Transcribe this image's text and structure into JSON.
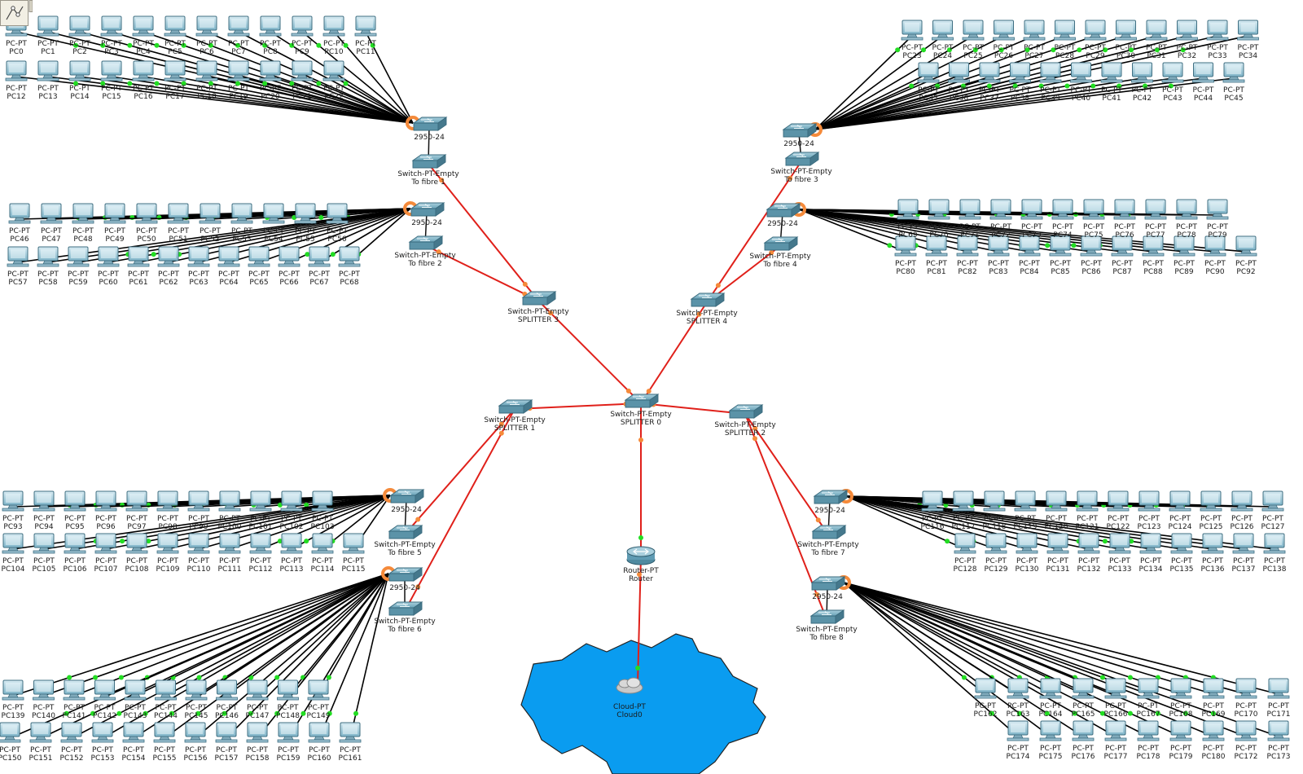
{
  "colors": {
    "fiber_link": "#e0201a",
    "copper_link": "#000000",
    "link_up": "#22dd22",
    "link_pending": "#f58a3a",
    "device_blue": "#5f9bb3",
    "cloud_fill": "#0a9cf0"
  },
  "groups": [
    {
      "id": "g1",
      "switch_model": "2950-24",
      "pc_type": "PC-PT",
      "row1": [
        "PC0",
        "PC1",
        "PC2",
        "PC3",
        "PC4",
        "PC5",
        "PC6",
        "PC7",
        "PC8",
        "PC9",
        "PC10",
        "PC11"
      ],
      "row2": [
        "PC12",
        "PC13",
        "PC14",
        "PC15",
        "PC16",
        "PC17",
        "PC18",
        "PC19",
        "PC20",
        "PC21",
        "PC22"
      ]
    },
    {
      "id": "g2",
      "switch_model": "2950-24",
      "pc_type": "PC-PT",
      "row1": [
        "PC46",
        "PC47",
        "PC48",
        "PC49",
        "PC50",
        "PC51",
        "PC52",
        "PC53",
        "PC54",
        "PC55",
        "PC56"
      ],
      "row2": [
        "PC57",
        "PC58",
        "PC59",
        "PC60",
        "PC61",
        "PC62",
        "PC63",
        "PC64",
        "PC65",
        "PC66",
        "PC67",
        "PC68"
      ]
    },
    {
      "id": "g3",
      "switch_model": "2950-24",
      "pc_type": "PC-PT",
      "row1": [
        "PC23",
        "PC24",
        "PC25",
        "PC26",
        "PC27",
        "PC28",
        "PC29",
        "PC30",
        "PC31",
        "PC32",
        "PC33",
        "PC34"
      ],
      "row2": [
        "PC35",
        "PC36",
        "PC37",
        "PC38",
        "PC39",
        "PC40",
        "PC41",
        "PC42",
        "PC43",
        "PC44",
        "PC45"
      ]
    },
    {
      "id": "g4",
      "switch_model": "2950-24",
      "pc_type": "PC-PT",
      "row1": [
        "PC69",
        "PC70",
        "PC71",
        "PC72",
        "PC73",
        "PC74",
        "PC75",
        "PC76",
        "PC77",
        "PC78",
        "PC79"
      ],
      "row2": [
        "PC80",
        "PC81",
        "PC82",
        "PC83",
        "PC84",
        "PC85",
        "PC86",
        "PC87",
        "PC88",
        "PC89",
        "PC90",
        "PC92"
      ]
    },
    {
      "id": "g5",
      "switch_model": "2950-24",
      "pc_type": "PC-PT",
      "row1": [
        "PC93",
        "PC94",
        "PC95",
        "PC96",
        "PC97",
        "PC98",
        "PC99",
        "PC100",
        "PC101",
        "PC102",
        "PC103"
      ],
      "row2": [
        "PC104",
        "PC105",
        "PC106",
        "PC107",
        "PC108",
        "PC109",
        "PC110",
        "PC111",
        "PC112",
        "PC113",
        "PC114",
        "PC115"
      ]
    },
    {
      "id": "g6",
      "switch_model": "2950-24",
      "pc_type": "PC-PT",
      "row1": [
        "PC139",
        "PC140",
        "PC141",
        "PC142",
        "PC143",
        "PC144",
        "PC145",
        "PC146",
        "PC147",
        "PC148",
        "PC149"
      ],
      "row2": [
        "PC150",
        "PC151",
        "PC152",
        "PC153",
        "PC154",
        "PC155",
        "PC156",
        "PC157",
        "PC158",
        "PC159",
        "PC160",
        "PC161"
      ]
    },
    {
      "id": "g7",
      "switch_model": "2950-24",
      "pc_type": "PC-PT",
      "row1": [
        "PC116",
        "PC117",
        "PC118",
        "PC119",
        "PC120",
        "PC121",
        "PC122",
        "PC123",
        "PC124",
        "PC125",
        "PC126",
        "PC127"
      ],
      "row2": [
        "PC128",
        "PC129",
        "PC130",
        "PC131",
        "PC132",
        "PC133",
        "PC134",
        "PC135",
        "PC136",
        "PC137",
        "PC138"
      ]
    },
    {
      "id": "g8",
      "switch_model": "2950-24",
      "pc_type": "PC-PT",
      "row1": [
        "PC162",
        "PC163",
        "PC164",
        "PC165",
        "PC166",
        "PC167",
        "PC168",
        "PC169",
        "PC170",
        "PC171"
      ],
      "row2": [
        "PC174",
        "PC175",
        "PC176",
        "PC177",
        "PC178",
        "PC179",
        "PC180",
        "PC172",
        "PC173"
      ]
    }
  ],
  "empty_switches": [
    {
      "type": "Switch-PT-Empty",
      "name": "To fibre 1"
    },
    {
      "type": "Switch-PT-Empty",
      "name": "To fibre 2"
    },
    {
      "type": "Switch-PT-Empty",
      "name": "To fibre 3"
    },
    {
      "type": "Switch-PT-Empty",
      "name": "To fibre 4"
    },
    {
      "type": "Switch-PT-Empty",
      "name": "To fibre 5"
    },
    {
      "type": "Switch-PT-Empty",
      "name": "To fibre 6"
    },
    {
      "type": "Switch-PT-Empty",
      "name": "To fibre 7"
    },
    {
      "type": "Switch-PT-Empty",
      "name": "To fibre 8"
    }
  ],
  "splitters": [
    {
      "type": "Switch-PT-Empty",
      "name": "SPLITTER 0"
    },
    {
      "type": "Switch-PT-Empty",
      "name": "SPLITTER 1"
    },
    {
      "type": "Switch-PT-Empty",
      "name": "SPLITTER 2"
    },
    {
      "type": "Switch-PT-Empty",
      "name": "SPLITTER 3"
    },
    {
      "type": "Switch-PT-Empty",
      "name": "SPLITTER 4"
    }
  ],
  "router": {
    "type": "Router-PT",
    "name": "Router"
  },
  "cloud": {
    "type": "Cloud-PT",
    "name": "Cloud0"
  }
}
